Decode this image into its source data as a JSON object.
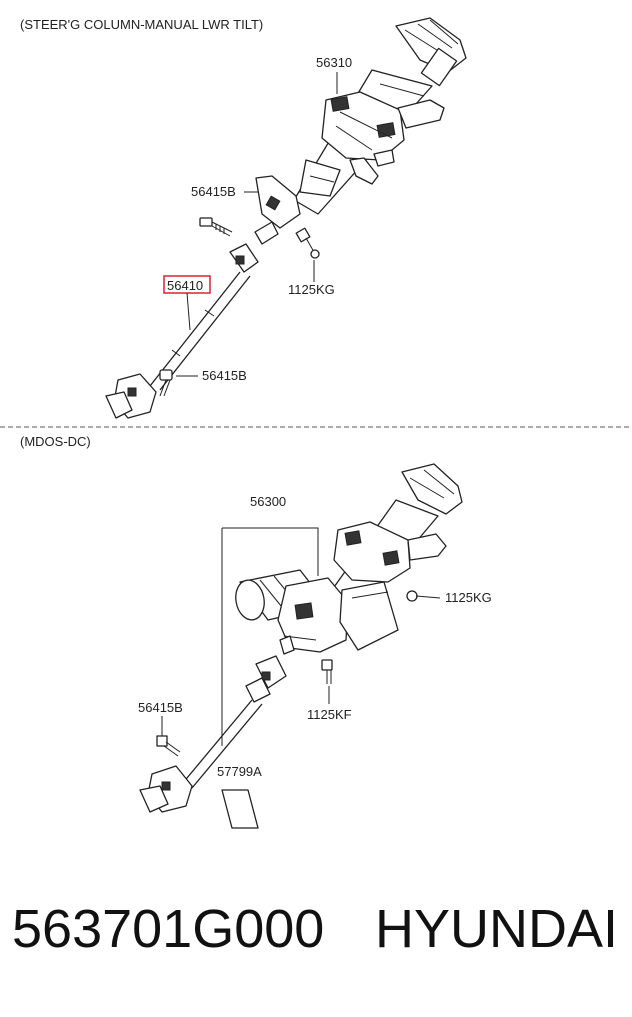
{
  "diagram": {
    "section_top_title": "(STEER'G COLUMN-MANUAL LWR TILT)",
    "section_bottom_title": "(MDOS-DC)",
    "callouts_top": {
      "c56310": "56310",
      "c56415b_upper": "56415B",
      "c56410": "56410",
      "c1125kg": "1125KG",
      "c56415b_lower": "56415B"
    },
    "callouts_bottom": {
      "c56300": "56300",
      "c1125kg": "1125KG",
      "c56415b": "56415B",
      "c1125kf": "1125KF",
      "c57799a": "57799A"
    },
    "highlight_color": "#d9232e"
  },
  "footer": {
    "part_number": "563701G000",
    "brand": "HYUNDAI"
  }
}
